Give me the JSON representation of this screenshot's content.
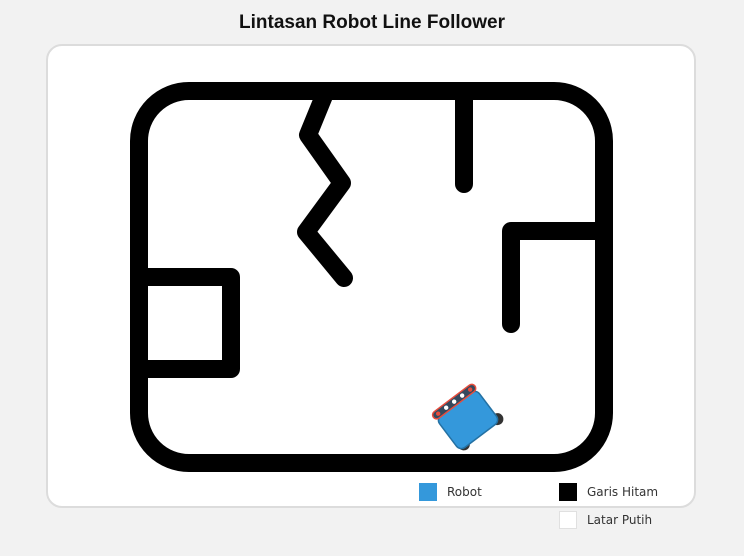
{
  "title": "Lintasan Robot Line Follower",
  "colors": {
    "background": "#f2f2f2",
    "canvas": "#ffffff",
    "line": "#000000",
    "robot_body": "#3498db",
    "robot_body_stroke": "#2471a3",
    "sensor_bar": "#34495e",
    "sensor_dot": "#ffffff",
    "sensor_edge": "#e74c3c",
    "wheel": "#333333"
  },
  "legend": {
    "robot": {
      "label": "Robot",
      "color": "#3498db"
    },
    "black_line": {
      "label": "Garis Hitam",
      "color": "#000000"
    },
    "white_bg": {
      "label": "Latar Putih",
      "color": "#ffffff"
    }
  },
  "robot": {
    "sensor_count": 5
  }
}
